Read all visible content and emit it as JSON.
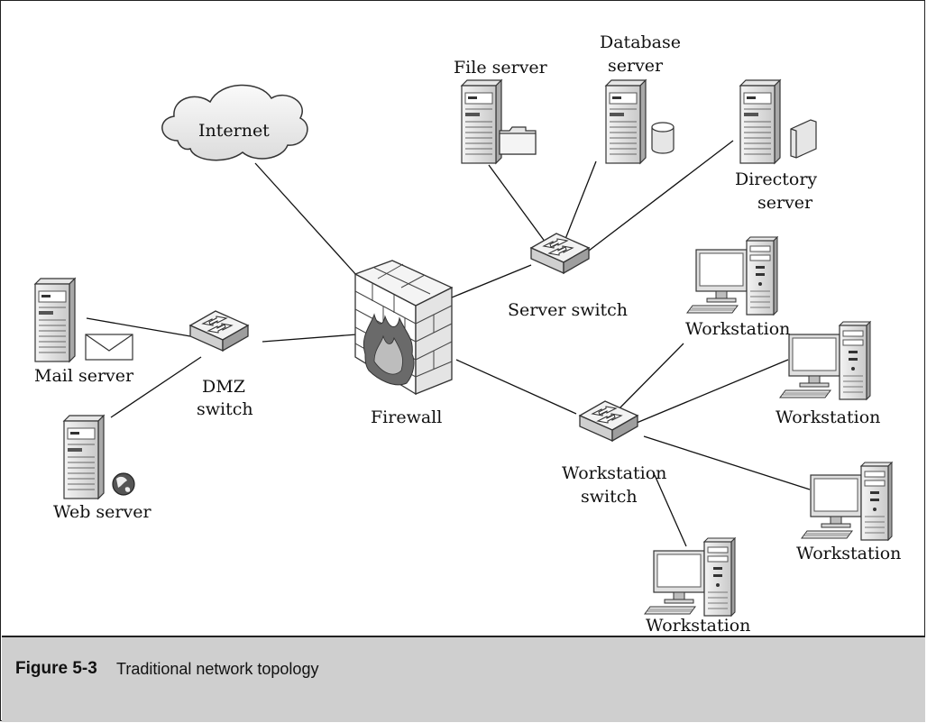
{
  "nodes": {
    "internet": "Internet",
    "file_server": "File server",
    "database_server": [
      "Database",
      "server"
    ],
    "directory_server": [
      "Directory",
      "server"
    ],
    "server_switch": "Server switch",
    "mail_server": "Mail server",
    "web_server": "Web server",
    "dmz_switch": [
      "DMZ",
      "switch"
    ],
    "firewall": "Firewall",
    "workstation_switch": [
      "Workstation",
      "switch"
    ],
    "workstation": "Workstation"
  },
  "caption": {
    "number": "Figure 5-3",
    "title": "Traditional network topology"
  }
}
